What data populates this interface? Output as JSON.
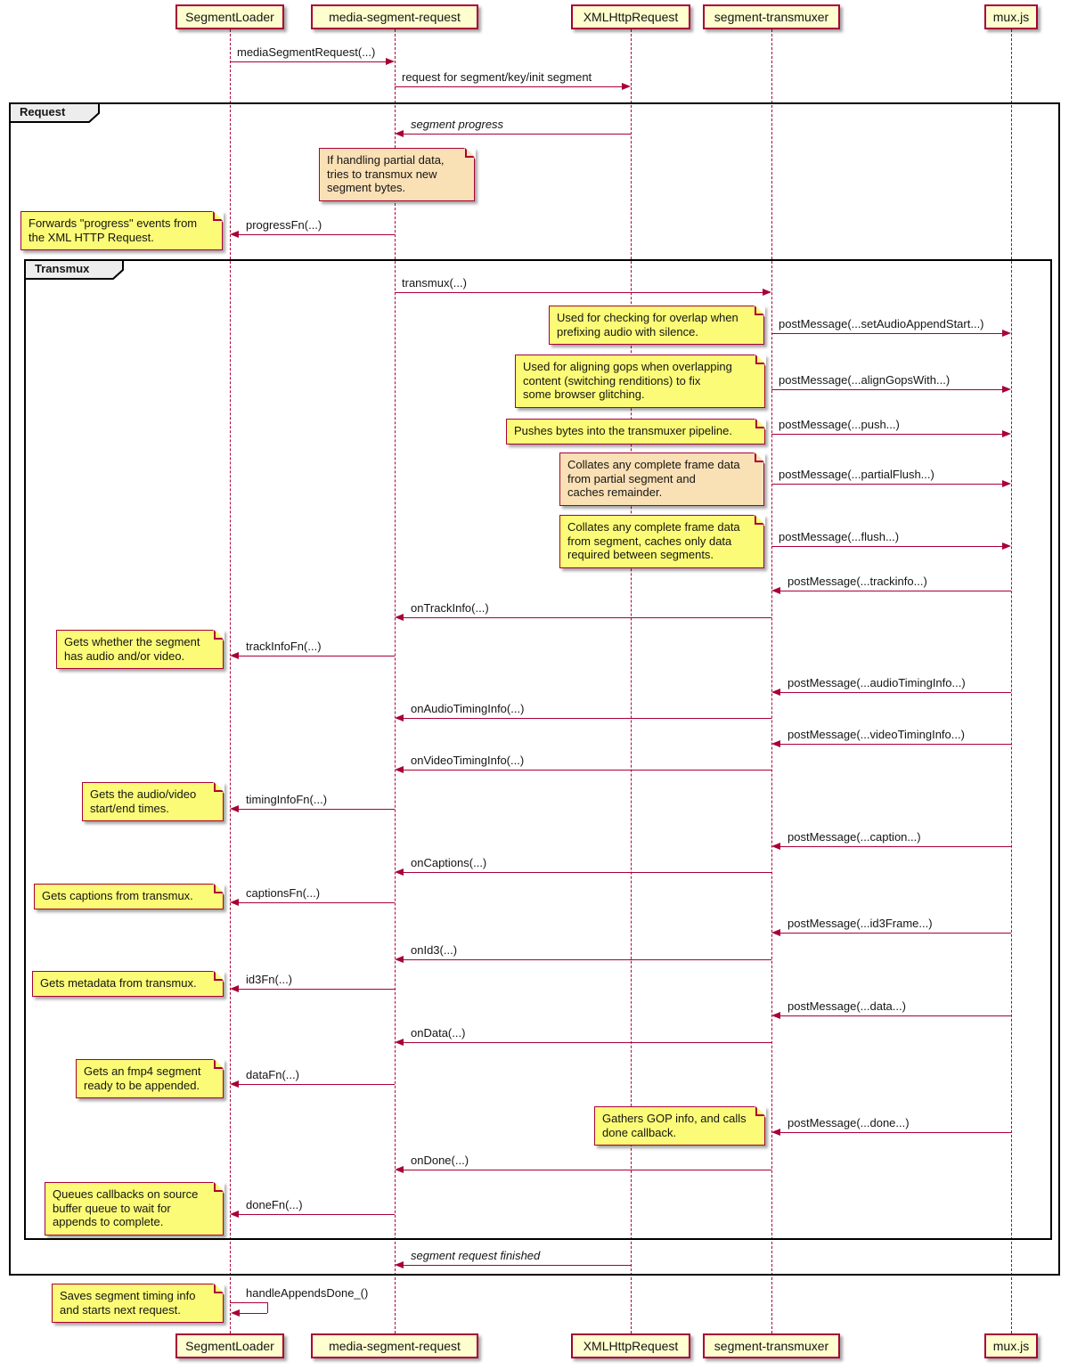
{
  "colors": {
    "arrow": "#A80036",
    "lifeline": "#A80036",
    "participant_fill": "#FEFECE",
    "note_yellow": "#FBFB77",
    "note_orange": "#FAE0B5",
    "frame_border": "#000000",
    "frame_tab_fill": "#EDEDED"
  },
  "diagram": {
    "participants": [
      {
        "id": "segment_loader",
        "label": "SegmentLoader"
      },
      {
        "id": "media_segment_request",
        "label": "media-segment-request"
      },
      {
        "id": "xml_http_request",
        "label": "XMLHttpRequest"
      },
      {
        "id": "segment_transmuxer",
        "label": "segment-transmuxer"
      },
      {
        "id": "mux_js",
        "label": "mux.js"
      }
    ],
    "frames": [
      {
        "id": "request",
        "label": "Request"
      },
      {
        "id": "transmux",
        "label": "Transmux"
      }
    ],
    "messages": [
      {
        "from": "segment_loader",
        "to": "media_segment_request",
        "label": "mediaSegmentRequest(...)"
      },
      {
        "from": "media_segment_request",
        "to": "xml_http_request",
        "label": "request for segment/key/init segment"
      },
      {
        "from": "xml_http_request",
        "to": "media_segment_request",
        "label": "segment progress",
        "italic": true
      },
      {
        "from": "media_segment_request",
        "to": "segment_loader",
        "label": "progressFn(...)"
      },
      {
        "from": "media_segment_request",
        "to": "segment_transmuxer",
        "label": "transmux(...)"
      },
      {
        "from": "segment_transmuxer",
        "to": "mux_js",
        "label": "postMessage(...setAudioAppendStart...)"
      },
      {
        "from": "segment_transmuxer",
        "to": "mux_js",
        "label": "postMessage(...alignGopsWith...)"
      },
      {
        "from": "segment_transmuxer",
        "to": "mux_js",
        "label": "postMessage(...push...)"
      },
      {
        "from": "segment_transmuxer",
        "to": "mux_js",
        "label": "postMessage(...partialFlush...)"
      },
      {
        "from": "segment_transmuxer",
        "to": "mux_js",
        "label": "postMessage(...flush...)"
      },
      {
        "from": "mux_js",
        "to": "segment_transmuxer",
        "label": "postMessage(...trackinfo...)"
      },
      {
        "from": "segment_transmuxer",
        "to": "media_segment_request",
        "label": "onTrackInfo(...)"
      },
      {
        "from": "media_segment_request",
        "to": "segment_loader",
        "label": "trackInfoFn(...)"
      },
      {
        "from": "mux_js",
        "to": "segment_transmuxer",
        "label": "postMessage(...audioTimingInfo...)"
      },
      {
        "from": "segment_transmuxer",
        "to": "media_segment_request",
        "label": "onAudioTimingInfo(...)"
      },
      {
        "from": "mux_js",
        "to": "segment_transmuxer",
        "label": "postMessage(...videoTimingInfo...)"
      },
      {
        "from": "segment_transmuxer",
        "to": "media_segment_request",
        "label": "onVideoTimingInfo(...)"
      },
      {
        "from": "media_segment_request",
        "to": "segment_loader",
        "label": "timingInfoFn(...)"
      },
      {
        "from": "mux_js",
        "to": "segment_transmuxer",
        "label": "postMessage(...caption...)"
      },
      {
        "from": "segment_transmuxer",
        "to": "media_segment_request",
        "label": "onCaptions(...)"
      },
      {
        "from": "media_segment_request",
        "to": "segment_loader",
        "label": "captionsFn(...)"
      },
      {
        "from": "mux_js",
        "to": "segment_transmuxer",
        "label": "postMessage(...id3Frame...)"
      },
      {
        "from": "segment_transmuxer",
        "to": "media_segment_request",
        "label": "onId3(...)"
      },
      {
        "from": "media_segment_request",
        "to": "segment_loader",
        "label": "id3Fn(...)"
      },
      {
        "from": "mux_js",
        "to": "segment_transmuxer",
        "label": "postMessage(...data...)"
      },
      {
        "from": "segment_transmuxer",
        "to": "media_segment_request",
        "label": "onData(...)"
      },
      {
        "from": "media_segment_request",
        "to": "segment_loader",
        "label": "dataFn(...)"
      },
      {
        "from": "mux_js",
        "to": "segment_transmuxer",
        "label": "postMessage(...done...)"
      },
      {
        "from": "segment_transmuxer",
        "to": "media_segment_request",
        "label": "onDone(...)"
      },
      {
        "from": "media_segment_request",
        "to": "segment_loader",
        "label": "doneFn(...)"
      },
      {
        "from": "xml_http_request",
        "to": "media_segment_request",
        "label": "segment request finished",
        "italic": true
      },
      {
        "from": "segment_loader",
        "to": "segment_loader",
        "label": "handleAppendsDone_()",
        "self": true
      }
    ],
    "notes": [
      {
        "color": "orange",
        "text": "If handling partial data,\ntries to transmux new\nsegment bytes."
      },
      {
        "color": "yellow",
        "text": "Forwards \"progress\" events from\nthe XML HTTP Request."
      },
      {
        "color": "yellow",
        "text": "Used for checking for overlap when\nprefixing audio with silence."
      },
      {
        "color": "yellow",
        "text": "Used for aligning gops when overlapping\ncontent (switching renditions) to fix\nsome browser glitching."
      },
      {
        "color": "yellow",
        "text": "Pushes bytes into the transmuxer pipeline."
      },
      {
        "color": "orange",
        "text": "Collates any complete frame data\nfrom partial segment and\ncaches remainder."
      },
      {
        "color": "yellow",
        "text": "Collates any complete frame data\nfrom segment, caches only data\nrequired between segments."
      },
      {
        "color": "yellow",
        "text": "Gets whether the segment\nhas audio and/or video."
      },
      {
        "color": "yellow",
        "text": "Gets the audio/video\nstart/end times."
      },
      {
        "color": "yellow",
        "text": "Gets captions from transmux."
      },
      {
        "color": "yellow",
        "text": "Gets metadata from transmux."
      },
      {
        "color": "yellow",
        "text": "Gets an fmp4 segment\nready to be appended."
      },
      {
        "color": "yellow",
        "text": "Gathers GOP info, and calls\ndone callback."
      },
      {
        "color": "yellow",
        "text": "Queues callbacks on source\nbuffer queue to wait for\nappends to complete."
      },
      {
        "color": "yellow",
        "text": "Saves segment timing info\nand starts next request."
      }
    ]
  }
}
